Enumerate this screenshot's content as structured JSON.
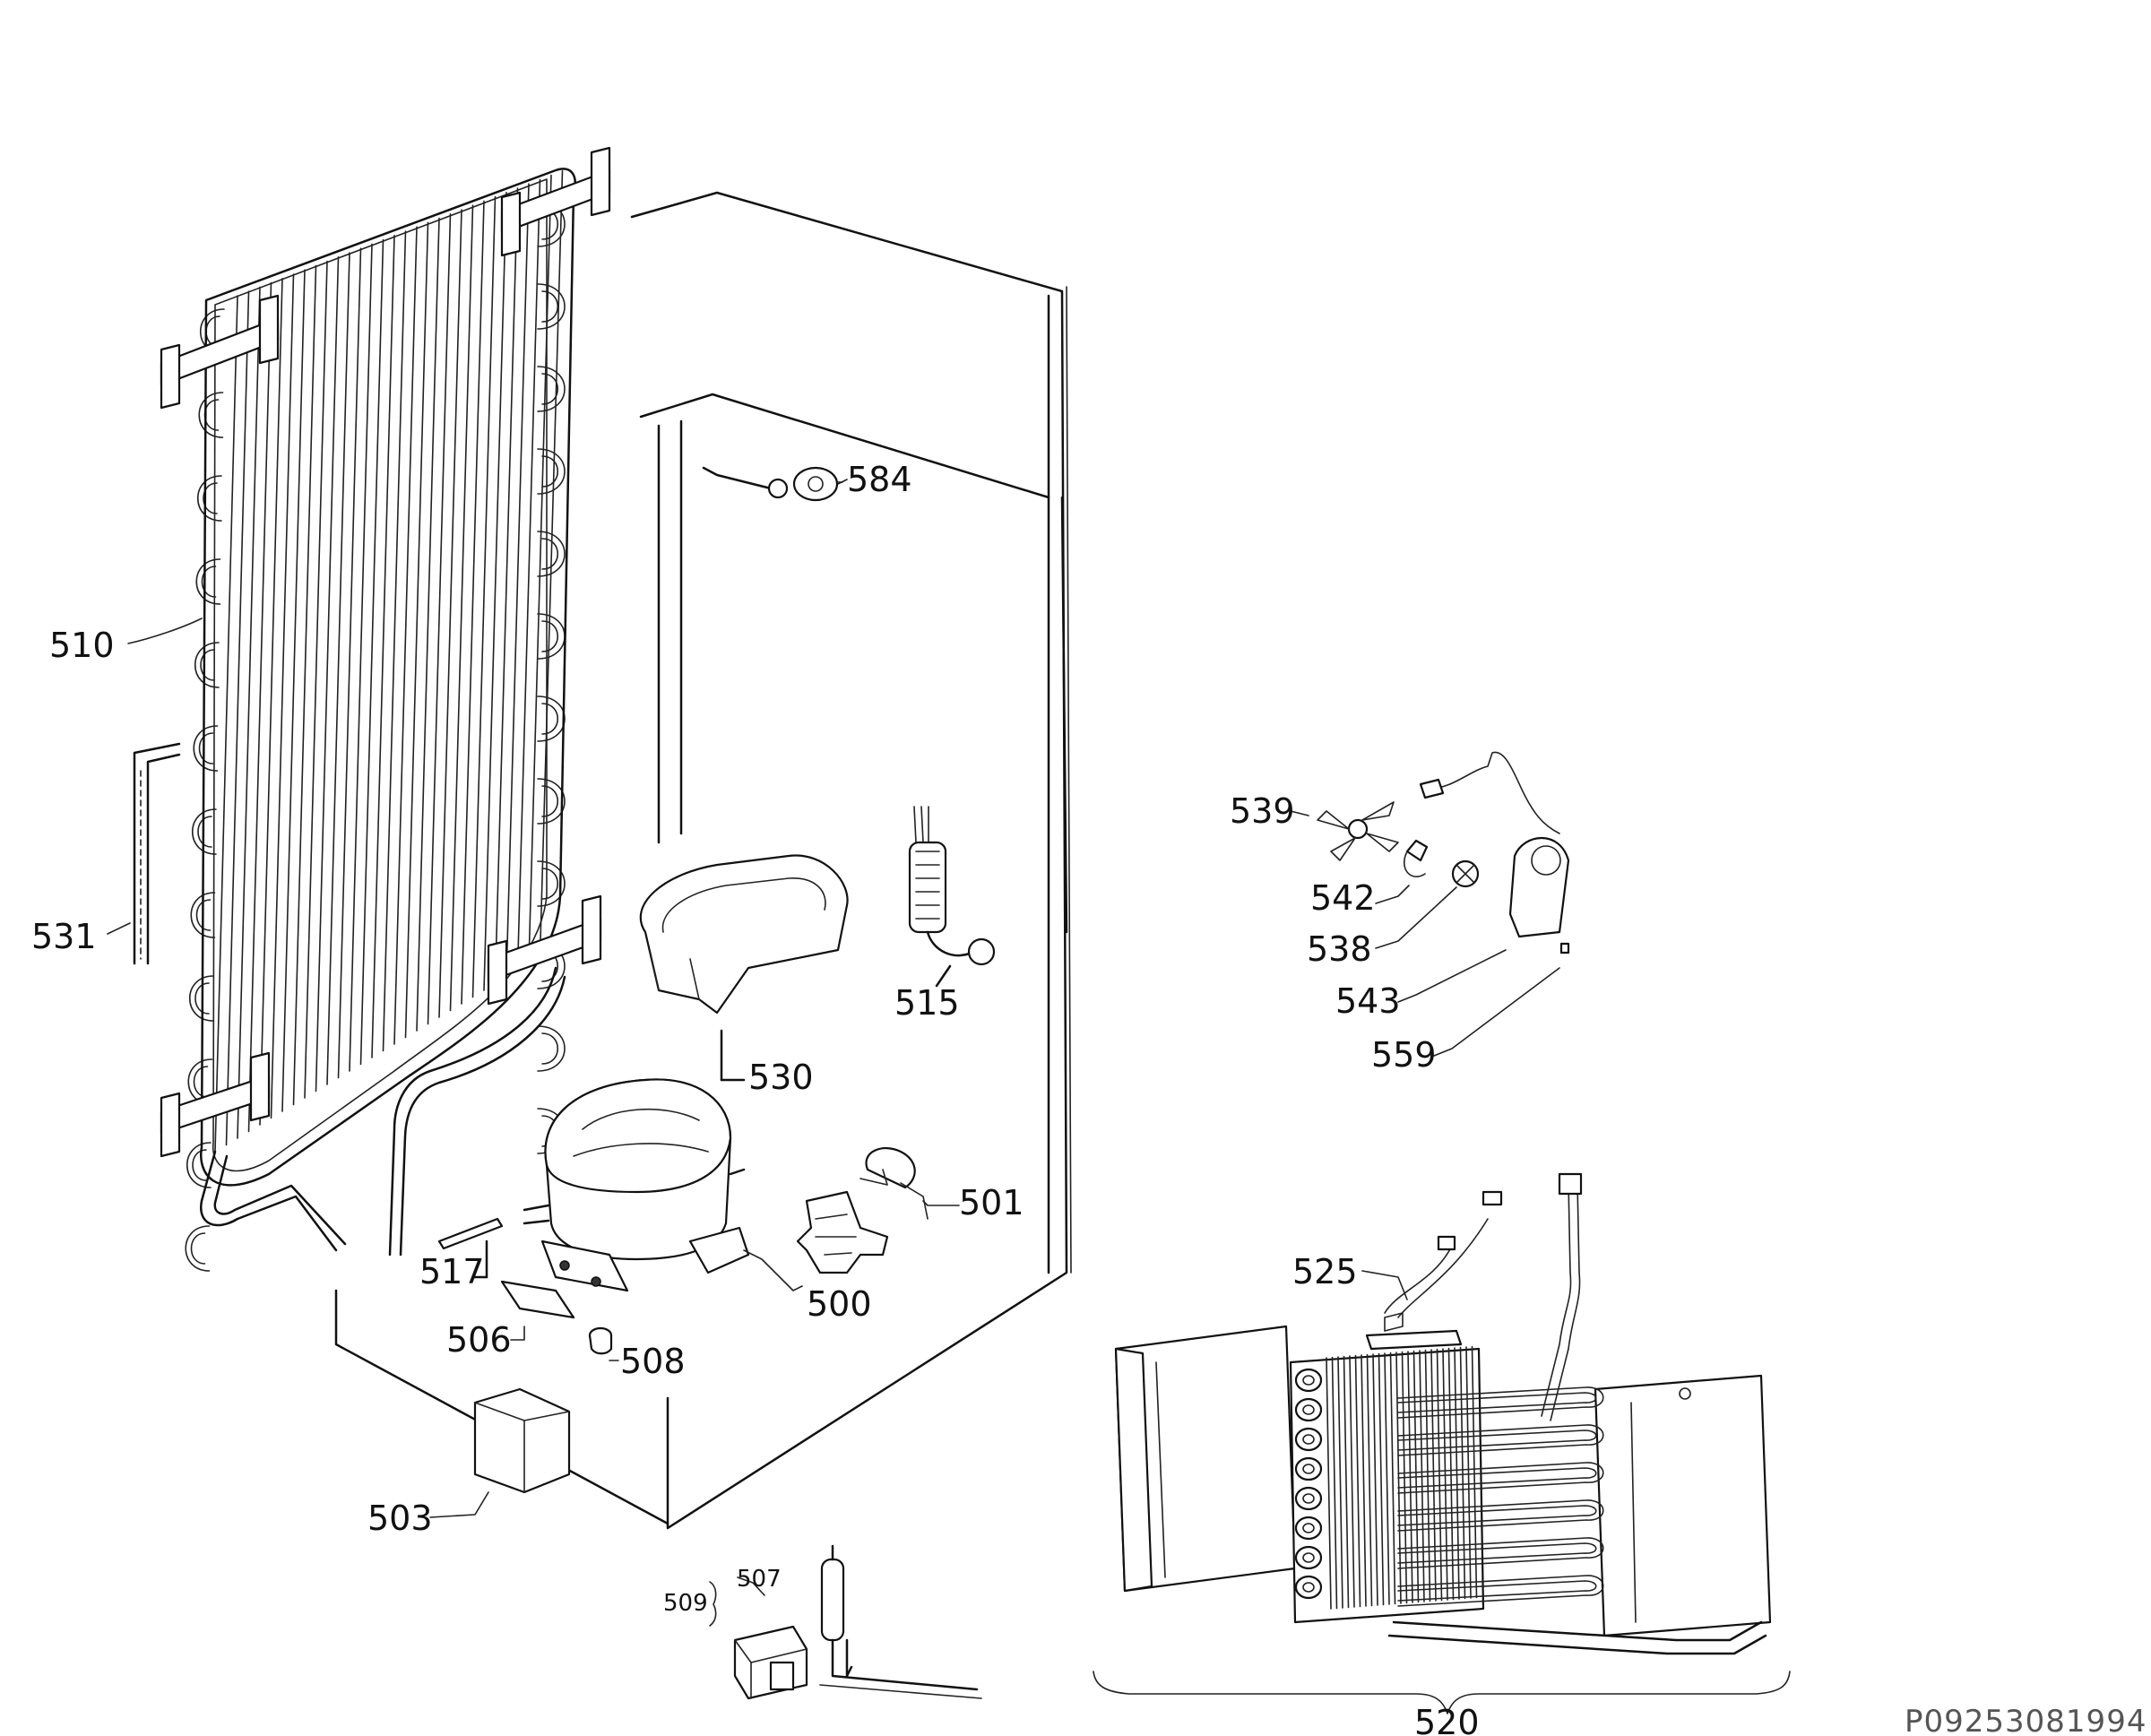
{
  "labels": {
    "p500": "500",
    "p501": "501",
    "p503": "503",
    "p506": "506",
    "p507": "507",
    "p508": "508",
    "p509": "509",
    "p510": "510",
    "p515": "515",
    "p517": "517",
    "p520": "520",
    "p525": "525",
    "p530": "530",
    "p531": "531",
    "p538": "538",
    "p539": "539",
    "p542": "542",
    "p543": "543",
    "p559": "559",
    "p584": "584"
  },
  "reference_code": "P09253081994"
}
